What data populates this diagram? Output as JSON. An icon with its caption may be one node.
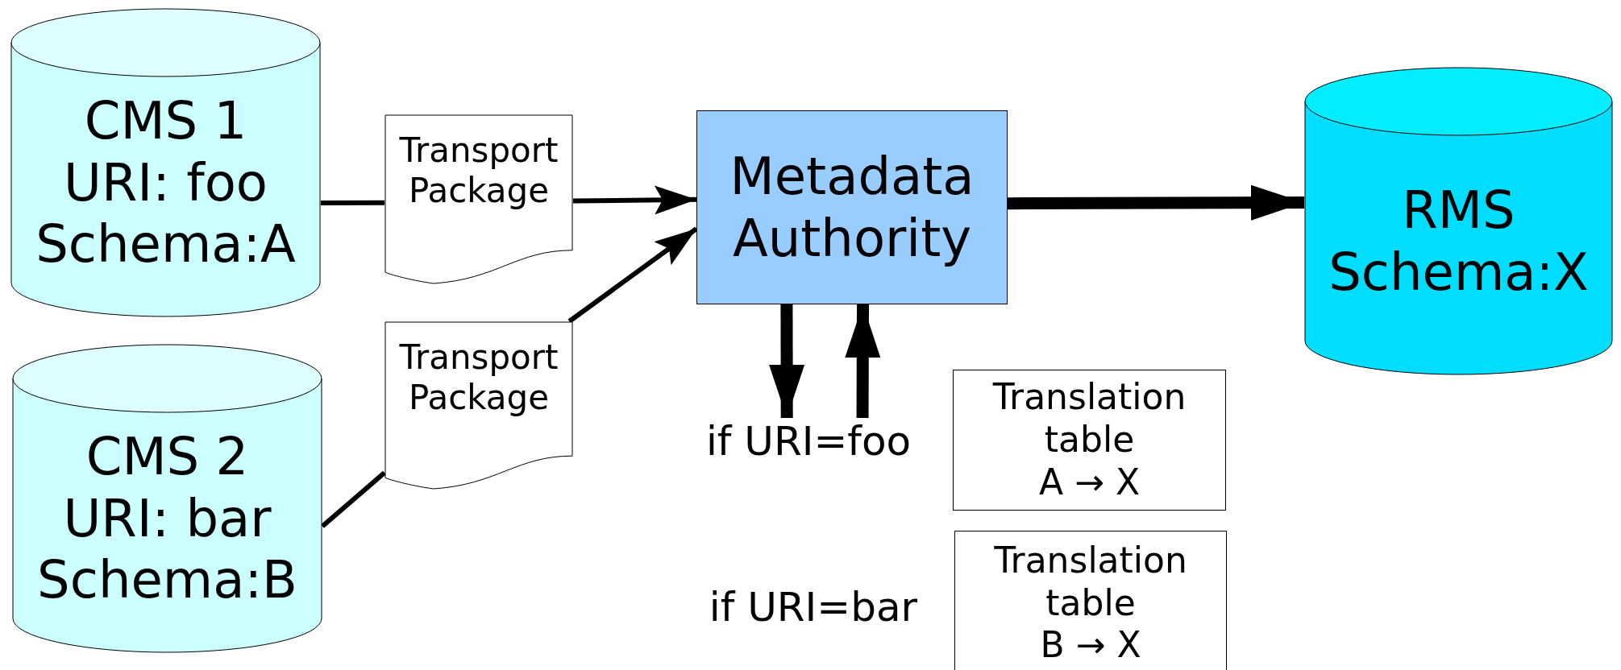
{
  "diagram": {
    "nodes": [
      {
        "text": [
          "CMS 1",
          "URI: foo",
          "Schema:A"
        ]
      },
      {
        "text": [
          "CMS 2",
          "URI: bar",
          "Schema:B"
        ]
      },
      {
        "text": [
          "Transport Package"
        ]
      },
      {
        "text": [
          "Transport Package"
        ]
      },
      {
        "text": [
          "Metadata Authority"
        ]
      },
      {
        "text": [
          "RMS",
          "Schema:X"
        ]
      },
      {
        "text": [
          "if URI=foo"
        ]
      },
      {
        "text": [
          "Translation table",
          "A → X"
        ]
      },
      {
        "text": [
          "if URI=bar"
        ]
      },
      {
        "text": [
          "Translation table",
          "B → X"
        ]
      }
    ],
    "edges": [
      {
        "from": 0,
        "to": 2,
        "arrow": "none"
      },
      {
        "from": 2,
        "to": 4,
        "arrow": "to"
      },
      {
        "from": 1,
        "to": 3,
        "arrow": "none"
      },
      {
        "from": 3,
        "to": 4,
        "arrow": "to"
      },
      {
        "from": 4,
        "to": 5,
        "arrow": "to",
        "style": "thick"
      },
      {
        "from": 4,
        "to": 6,
        "arrow": "to",
        "style": "thick"
      },
      {
        "from": 6,
        "to": 4,
        "arrow": "to",
        "style": "thick"
      }
    ]
  }
}
